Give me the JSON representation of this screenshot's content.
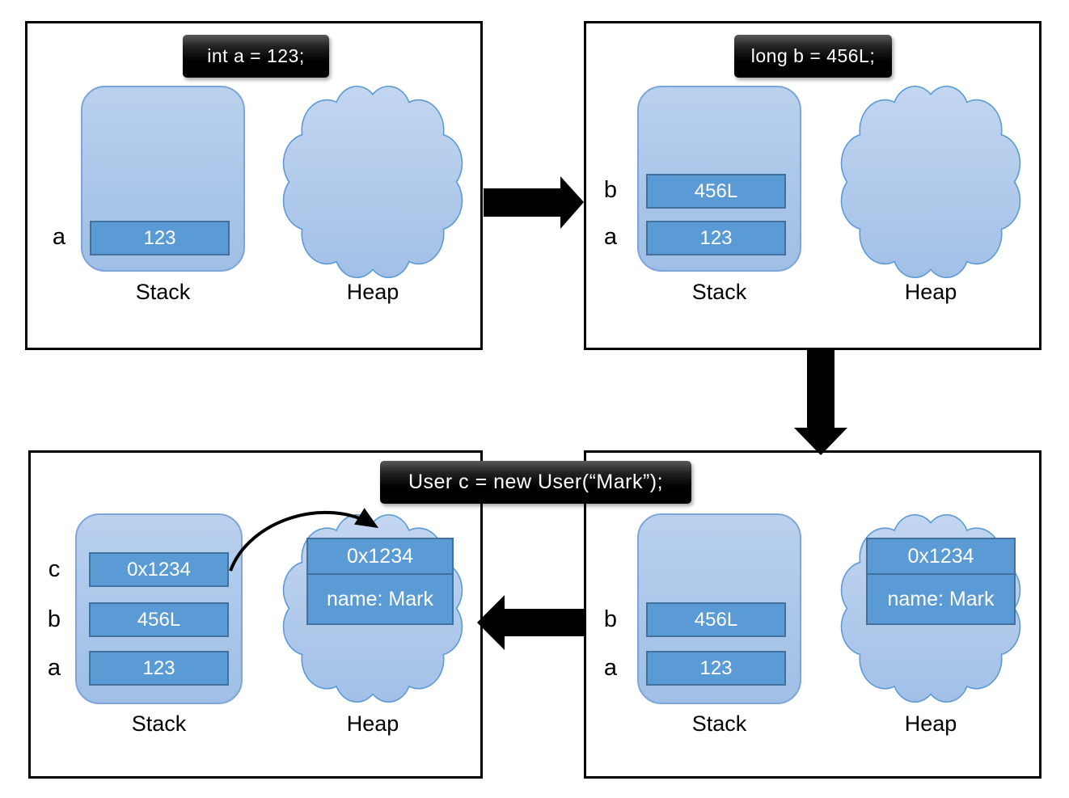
{
  "labels": {
    "stack": "Stack",
    "heap": "Heap"
  },
  "panel_tl": {
    "code": "int a = 123;",
    "slots": [
      {
        "name": "a",
        "value": "123"
      }
    ]
  },
  "panel_tr": {
    "code": "long b = 456L;",
    "slots": [
      {
        "name": "b",
        "value": "456L"
      },
      {
        "name": "a",
        "value": "123"
      }
    ]
  },
  "panel_br": {
    "slots": [
      {
        "name": "b",
        "value": "456L"
      },
      {
        "name": "a",
        "value": "123"
      }
    ],
    "heap_object": {
      "header": "0x1234",
      "field": "name: Mark"
    }
  },
  "panel_bl": {
    "code": "User c = new User(“Mark”);",
    "slots": [
      {
        "name": "c",
        "value": "0x1234"
      },
      {
        "name": "b",
        "value": "456L"
      },
      {
        "name": "a",
        "value": "123"
      }
    ],
    "heap_object": {
      "header": "0x1234",
      "field": "name: Mark"
    }
  },
  "icons": {
    "flow_arrow_right": "solid-block-arrow-right",
    "flow_arrow_down": "solid-block-arrow-down",
    "flow_arrow_left": "solid-block-arrow-left",
    "reference_arrow": "curved-arrow-stack-to-heap"
  },
  "colors": {
    "slot_fill": "#5b9bd5",
    "slot_border": "#41719c",
    "container_fill_top": "#bad1ee",
    "container_fill_bottom": "#9fbfe6",
    "container_border": "#7da5d8",
    "cloud_fill_top": "#c3d6f0",
    "cloud_fill_bottom": "#a2c0e7",
    "cloud_border": "#5b9bd5",
    "code_bg": "#000000",
    "code_text": "#ffffff",
    "panel_border": "#000000",
    "arrow": "#000000"
  }
}
